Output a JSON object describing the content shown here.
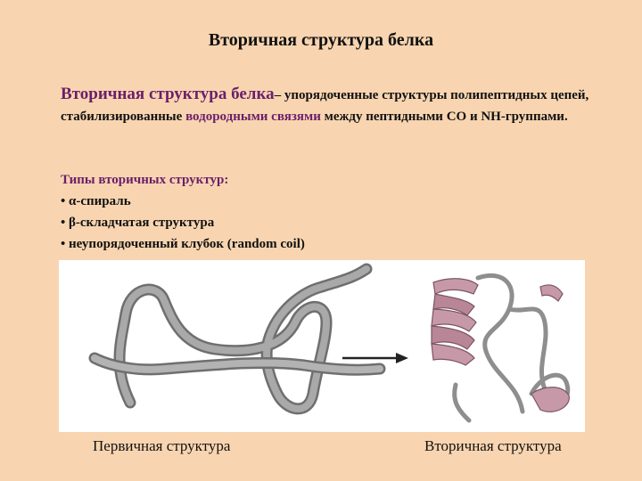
{
  "title": "Вторичная структура белка",
  "definition": {
    "term": "Вторичная структура белка",
    "text_1": "– упорядоченные структуры полипептидных цепей, стабилизированные ",
    "highlight": "водородными связями",
    "text_2": " между пептидными СО и NH-группами."
  },
  "types": {
    "heading": "Типы вторичных структур:",
    "items": [
      "• α-спираль",
      "• β-складчатая структура",
      "• неупорядоченный клубок (random coil)"
    ]
  },
  "figure": {
    "caption_left": "Первичная структура",
    "caption_right": "Вторичная структура",
    "colors": {
      "coil": "#8e8e8e",
      "helix": "#c799a8",
      "arrow": "#222222"
    }
  }
}
